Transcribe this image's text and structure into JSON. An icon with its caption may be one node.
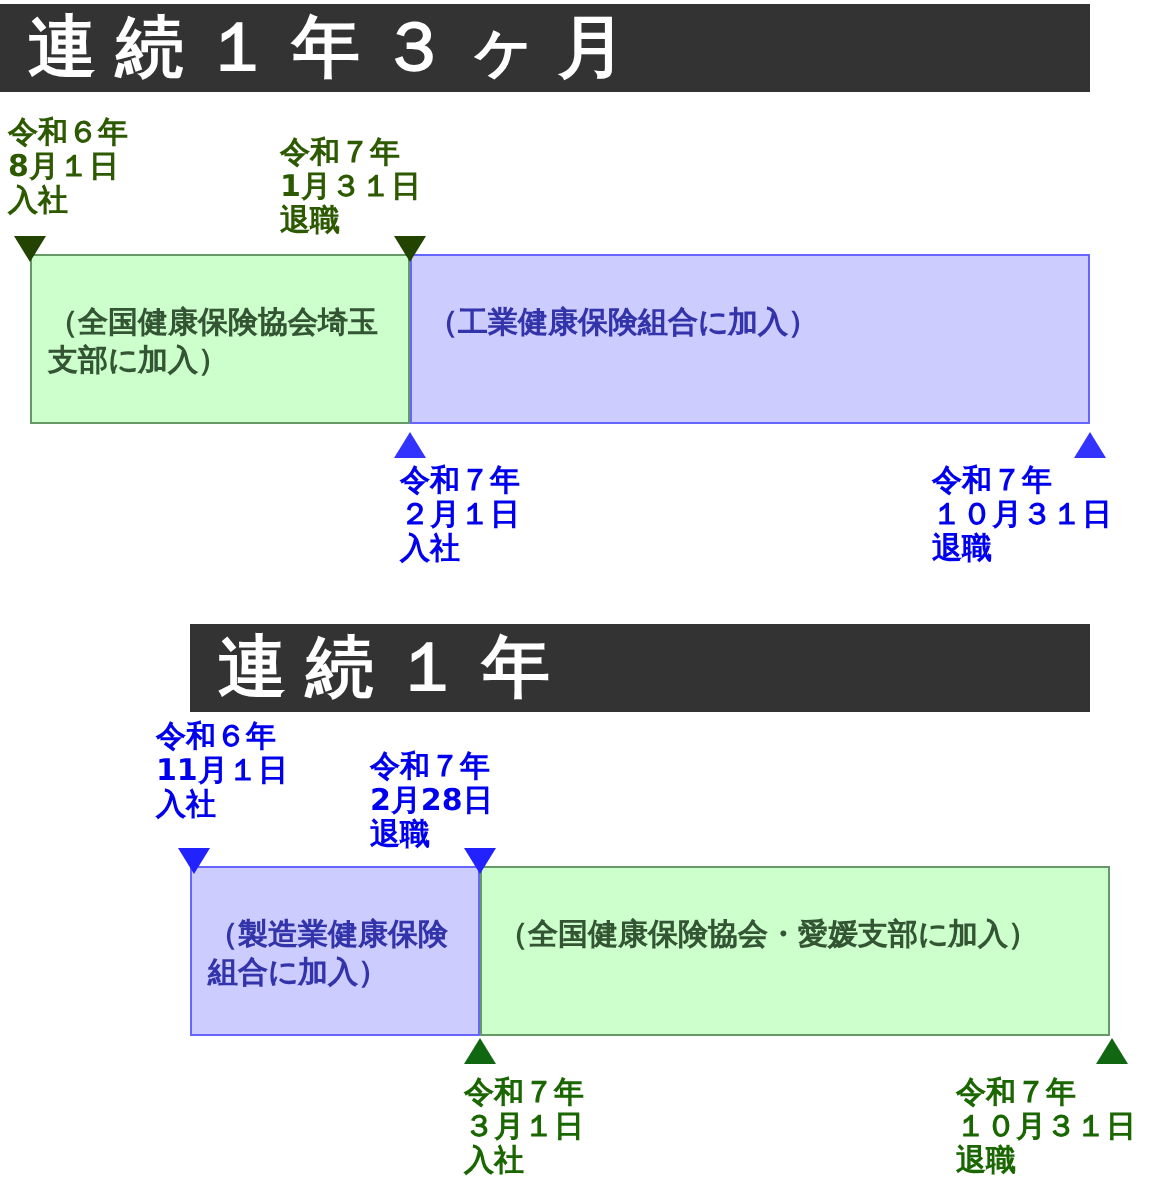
{
  "diagram": {
    "nodes": [
      {
        "text": [
          "（全国健康保険協会埼玉支部に加入）"
        ]
      },
      {
        "text": [
          "（工業健康保険組合に加入）"
        ]
      },
      {
        "text": [
          "（製造業健康保険組合に加入）"
        ]
      },
      {
        "text": [
          "（全国健康保険協会・愛媛支部に加入）"
        ]
      }
    ],
    "edges": [],
    "labels": [
      "連続１年３ヶ月",
      "令和６年8月１日入社",
      "令和７年1月３１日退職",
      "令和７年２月１日入社",
      "令和７年１０月３１日退職",
      "連続１年",
      "令和６年11月１日入社",
      "令和７年2月28日退職",
      "令和７年３月１日入社",
      "令和７年１０月３１日退職"
    ]
  }
}
